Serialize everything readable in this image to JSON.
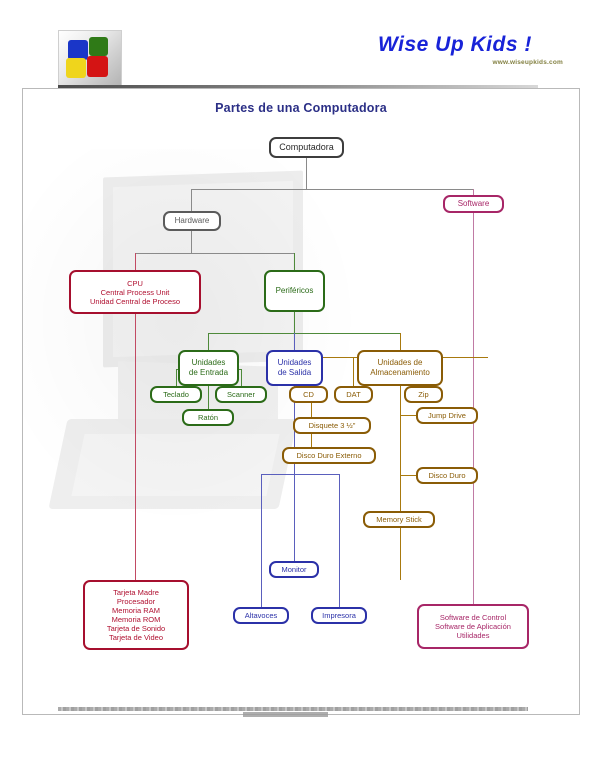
{
  "header": {
    "brand_name": "Wise Up Kids !",
    "brand_url": "www.wiseupkids.com",
    "logo_name": "puzzle-pieces-logo"
  },
  "document": {
    "title": "Partes de una Computadora"
  },
  "colors": {
    "title": "#2b2f86",
    "brand": "#1823d8",
    "root": "#3d3d3d",
    "hardware": "#5b5b5b",
    "cpu": "#b01030",
    "perifericos": "#2b6b18",
    "entrada": "#2b6b18",
    "salida": "#2b31a8",
    "almacenamiento": "#8a5c06",
    "software": "#a72667"
  },
  "diagram": {
    "root": {
      "label": "Computadora"
    },
    "hardware": {
      "label": "Hardware"
    },
    "software": {
      "label": "Software"
    },
    "cpu": {
      "line1": "CPU",
      "line2": "Central Process Unit",
      "line3": "Unidad Central de Proceso"
    },
    "perifericos": {
      "label": "Periféricos"
    },
    "entrada": {
      "line1": "Unidades",
      "line2": "de Entrada"
    },
    "salida": {
      "line1": "Unidades",
      "line2": "de Salida"
    },
    "almacenamiento": {
      "line1": "Unidades de",
      "line2": "Almacenamiento"
    },
    "entrada_items": [
      {
        "label": "Teclado"
      },
      {
        "label": "Scanner"
      },
      {
        "label": "Ratón"
      }
    ],
    "salida_items": [
      {
        "label": "Monitor"
      },
      {
        "label": "Altavoces"
      },
      {
        "label": "Impresora"
      }
    ],
    "almacenamiento_items": [
      {
        "label": "CD"
      },
      {
        "label": "DAT"
      },
      {
        "label": "Zip"
      },
      {
        "label": "Disquete 3 ½\""
      },
      {
        "label": "Jump Drive"
      },
      {
        "label": "Disco Duro Externo"
      },
      {
        "label": "Disco Duro"
      },
      {
        "label": "Memory Stick"
      }
    ],
    "cpu_details": {
      "line1": "Tarjeta Madre",
      "line2": "Procesador",
      "line3": "Memoria RAM",
      "line4": "Memoria ROM",
      "line5": "Tarjeta de Sonido",
      "line6": "Tarjeta de Video"
    },
    "software_details": {
      "line1": "Software de Control",
      "line2": "Software de Aplicación",
      "line3": "Utilidades"
    }
  }
}
